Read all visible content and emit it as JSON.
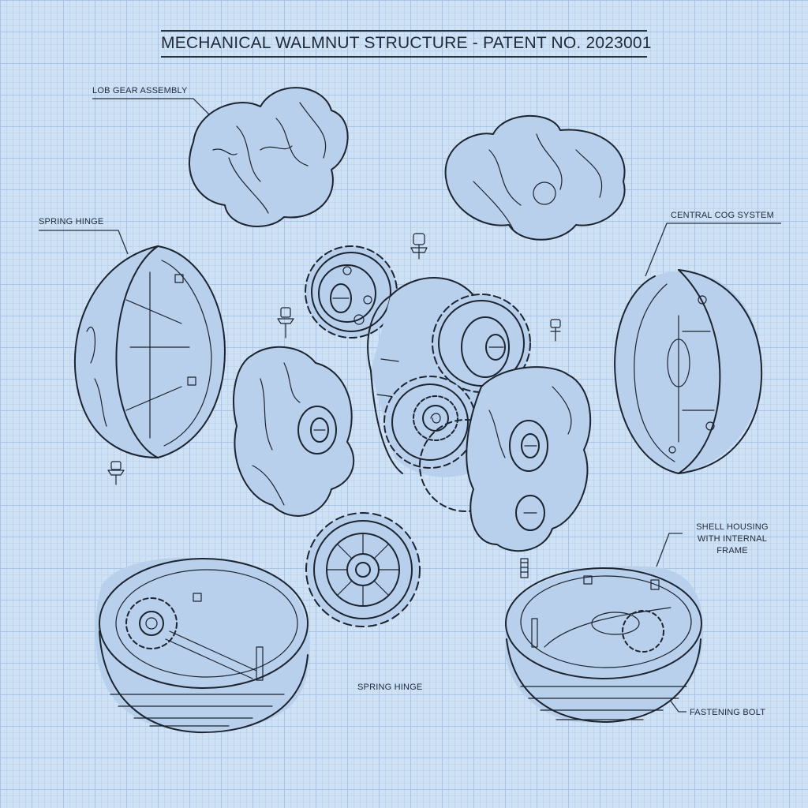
{
  "title": "MECHANICAL WALMNUT STRUCTURE - PATENT NO. 2023001",
  "labels": {
    "lob_gear_assembly": "LOB GEAR ASSEMBLY",
    "spring_hinge_left": "SPRING HINGE",
    "central_cog_system": "CENTRAL COG SYSTEM",
    "shell_housing": [
      "SHELL HOUSING",
      "WITH INTERNAL",
      "FRAME"
    ],
    "spring_hinge_bottom": "SPRING HINGE",
    "fastening_bolt": "FASTENING BOLT"
  },
  "components": [
    {
      "name": "walnut-kernel-top-left"
    },
    {
      "name": "walnut-kernel-top-right"
    },
    {
      "name": "shell-half-left-open"
    },
    {
      "name": "shell-half-right-open"
    },
    {
      "name": "central-gear-cluster"
    },
    {
      "name": "walnut-kernel-middle-left"
    },
    {
      "name": "walnut-kernel-middle-right"
    },
    {
      "name": "loose-sprocket-gear"
    },
    {
      "name": "shell-bowl-bottom-left"
    },
    {
      "name": "shell-bowl-bottom-right"
    },
    {
      "name": "fastening-bolts"
    }
  ],
  "colors": {
    "background": "#cfe1f5",
    "grid_major": "#a9c4e4",
    "grid_minor": "#c0d6ee",
    "ink": "#1c2430"
  }
}
